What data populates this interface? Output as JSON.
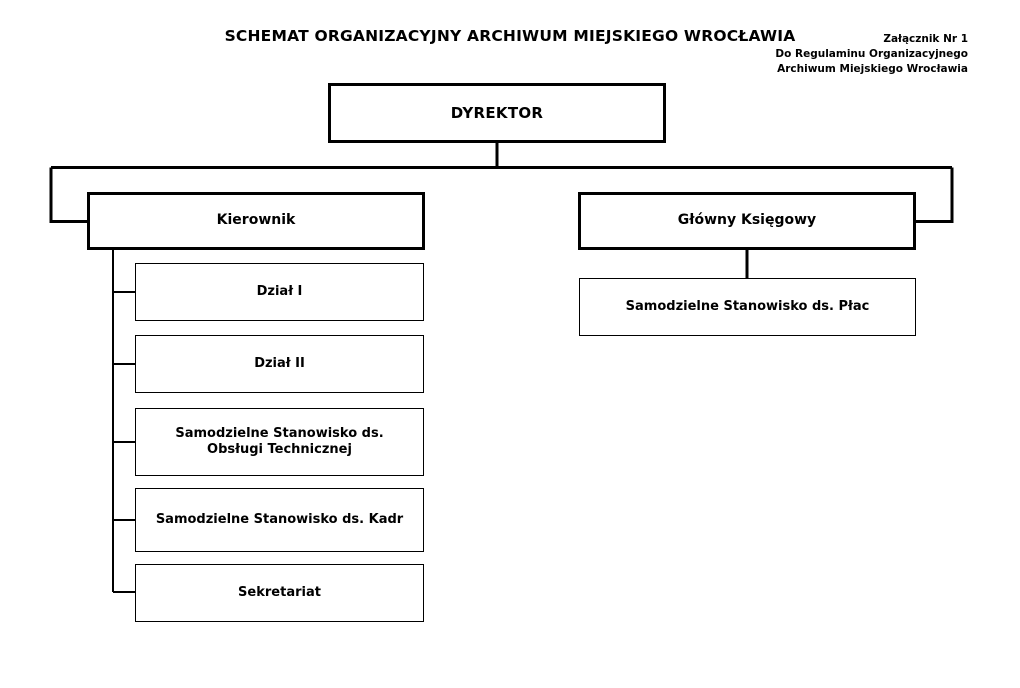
{
  "page": {
    "title": "SCHEMAT ORGANIZACYJNY ARCHIWUM MIEJSKIEGO WROCŁAWIA",
    "annotation": {
      "line1": "Załącznik Nr 1",
      "line2": "Do Regulaminu Organizacyjnego",
      "line3": "Archiwum Miejskiego Wrocławia"
    }
  },
  "chart_data": {
    "type": "diagram",
    "title": "SCHEMAT ORGANIZACYJNY ARCHIWUM MIEJSKIEGO WROCŁAWIA",
    "root": "DYREKTOR",
    "nodes": [
      {
        "id": "dyrektor",
        "label": "DYREKTOR",
        "level": 1,
        "parent": null
      },
      {
        "id": "kierownik",
        "label": "Kierownik",
        "level": 2,
        "parent": "dyrektor"
      },
      {
        "id": "glowny-ksiegowy",
        "label": "Główny Księgowy",
        "level": 2,
        "parent": "dyrektor"
      },
      {
        "id": "dzial-1",
        "label": "Dział I",
        "level": 3,
        "parent": "kierownik"
      },
      {
        "id": "dzial-2",
        "label": "Dział II",
        "level": 3,
        "parent": "kierownik"
      },
      {
        "id": "obsluga-techniczna",
        "label": "Samodzielne Stanowisko ds. Obsługi Technicznej",
        "level": 3,
        "parent": "kierownik"
      },
      {
        "id": "kadry",
        "label": "Samodzielne Stanowisko ds. Kadr",
        "level": 3,
        "parent": "kierownik"
      },
      {
        "id": "sekretariat",
        "label": "Sekretariat",
        "level": 3,
        "parent": "kierownik"
      },
      {
        "id": "plac",
        "label": "Samodzielne Stanowisko ds. Płac",
        "level": 3,
        "parent": "glowny-ksiegowy"
      }
    ],
    "edges": [
      {
        "from": "dyrektor",
        "to": "kierownik"
      },
      {
        "from": "dyrektor",
        "to": "glowny-ksiegowy"
      },
      {
        "from": "kierownik",
        "to": "dzial-1"
      },
      {
        "from": "kierownik",
        "to": "dzial-2"
      },
      {
        "from": "kierownik",
        "to": "obsluga-techniczna"
      },
      {
        "from": "kierownik",
        "to": "kadry"
      },
      {
        "from": "kierownik",
        "to": "sekretariat"
      },
      {
        "from": "glowny-ksiegowy",
        "to": "plac"
      }
    ],
    "colors": {
      "line": "#000000",
      "box_fill": "#ffffff",
      "text": "#000000"
    }
  }
}
